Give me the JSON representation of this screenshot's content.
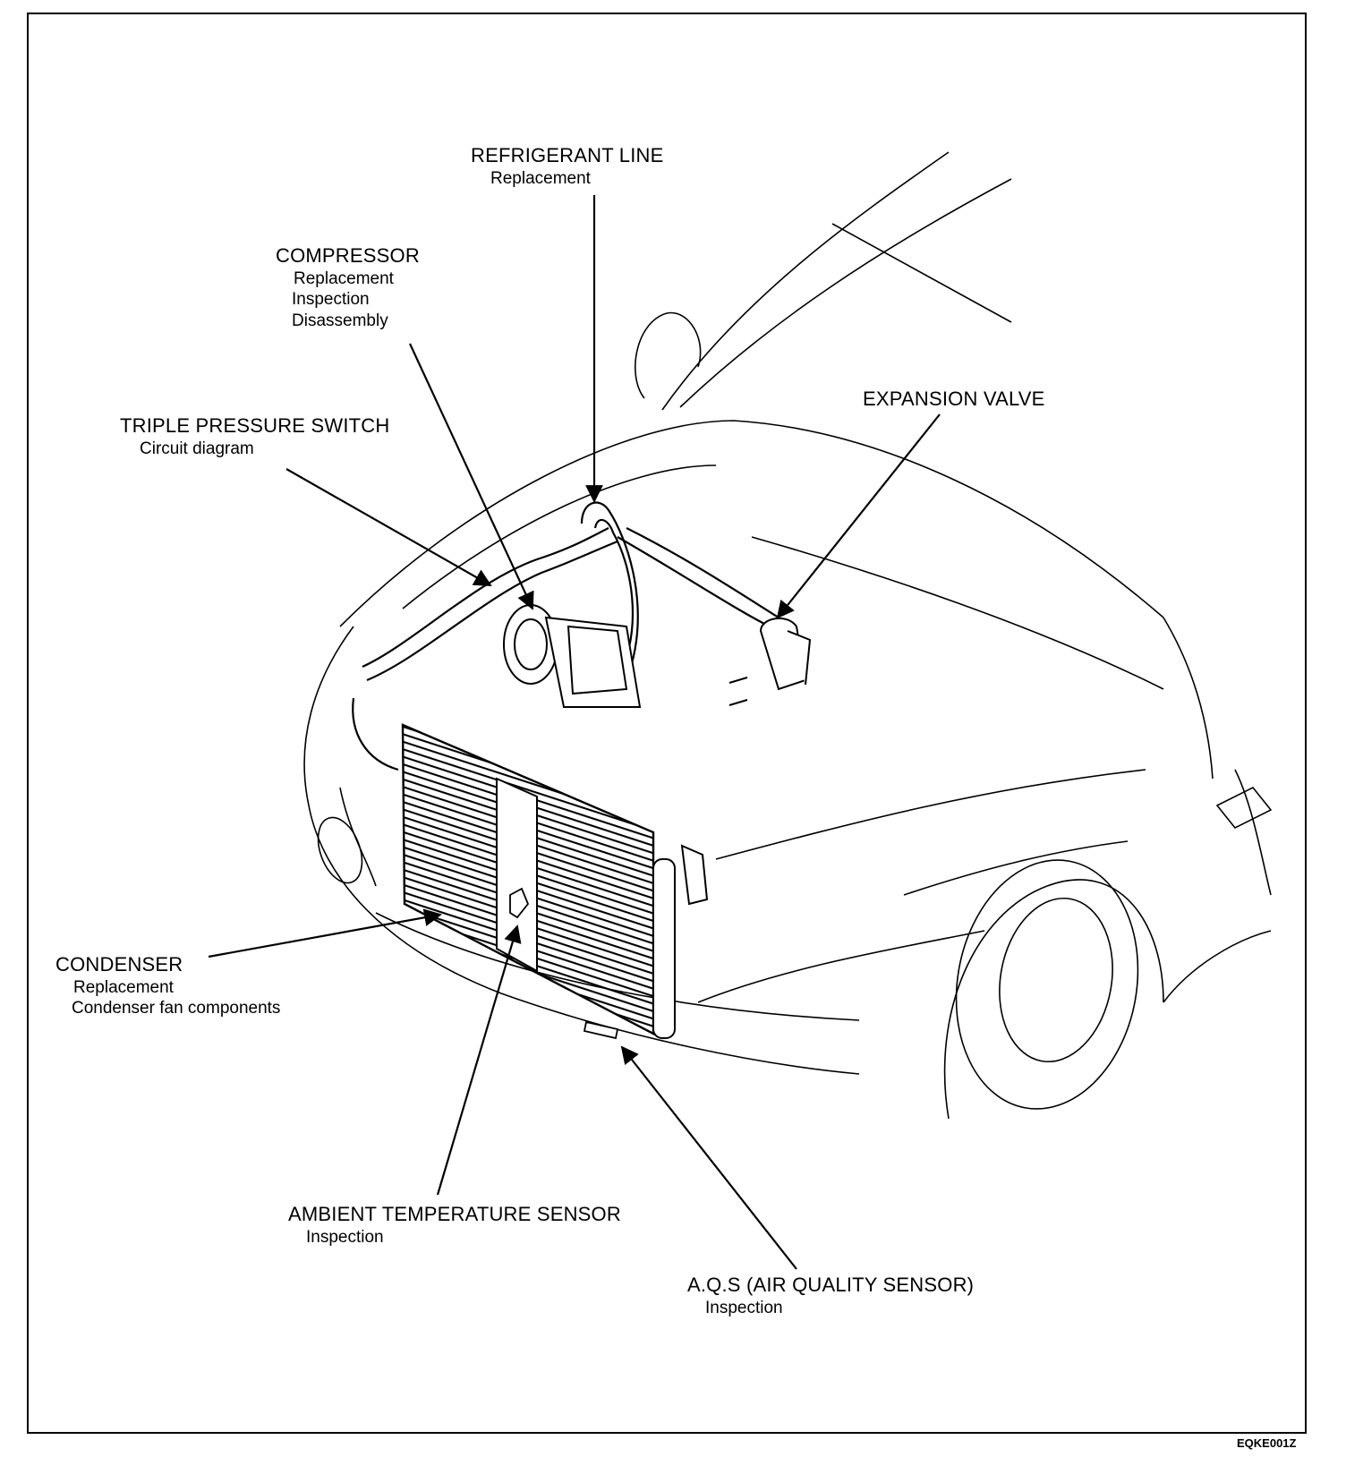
{
  "callouts": {
    "refrigerant_line": {
      "title": "REFRIGERANT LINE",
      "items": [
        "Replacement"
      ]
    },
    "compressor": {
      "title": "COMPRESSOR",
      "items": [
        "Replacement",
        "Inspection",
        "Disassembly"
      ]
    },
    "triple_pressure_switch": {
      "title": "TRIPLE PRESSURE SWITCH",
      "items": [
        "Circuit diagram"
      ]
    },
    "expansion_valve": {
      "title": "EXPANSION VALVE",
      "items": []
    },
    "condenser": {
      "title": "CONDENSER",
      "items": [
        "Replacement",
        "Condenser fan components"
      ]
    },
    "ambient_temperature_sensor": {
      "title": "AMBIENT TEMPERATURE SENSOR",
      "items": [
        "Inspection"
      ]
    },
    "aqs": {
      "title": "A.Q.S (AIR QUALITY SENSOR)",
      "items": [
        "Inspection"
      ]
    }
  },
  "figure_code": "EQKE001Z",
  "colors": {
    "line": "#000000",
    "background": "#ffffff"
  }
}
